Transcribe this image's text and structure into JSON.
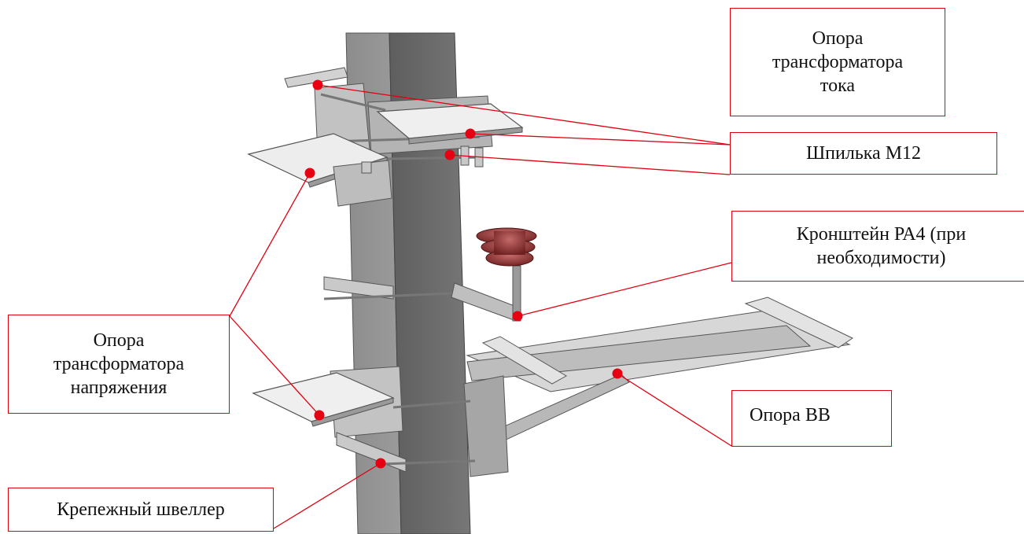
{
  "labels": {
    "ct_support": "Опора\nтрансформатора\nтока",
    "stud": "Шпилька М12",
    "bracket": "Кронштейн РА4 (при\nнеобходимости)",
    "vt_support": "Опора\nтрансформатора\nнапряжения",
    "breaker_support": "Опора ВВ",
    "channel": "Крепежный швеллер"
  },
  "colors": {
    "accent": "#e0000f",
    "metal": "#a9a9a9",
    "metal_dark": "#6f6f6f",
    "metal_light": "#dcdcdc",
    "insulator": "#8b2d2d"
  }
}
